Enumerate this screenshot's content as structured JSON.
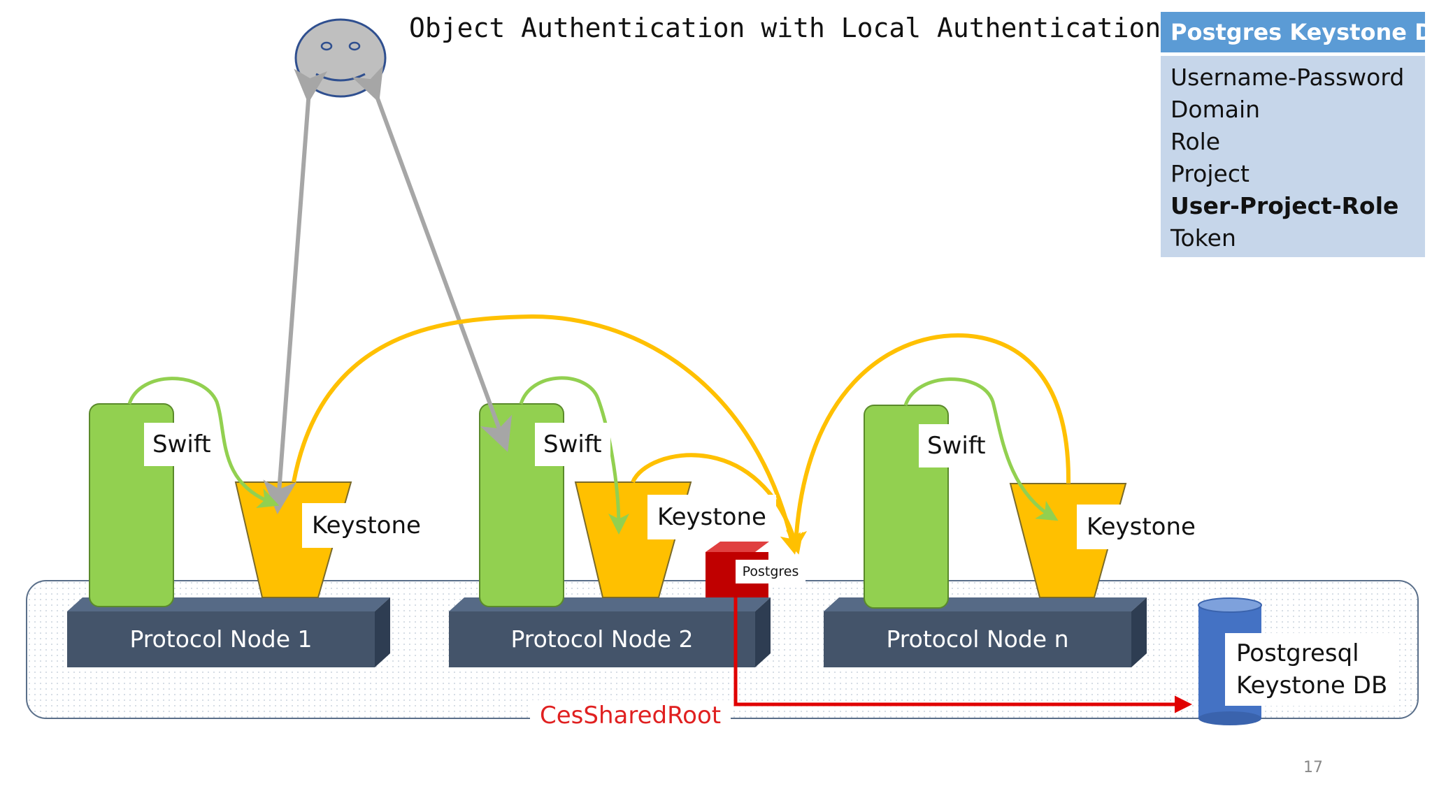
{
  "title": "Object Authentication with Local Authentication",
  "db_panel": {
    "header": "Postgres Keystone DB",
    "items": [
      {
        "label": "Username-Password",
        "bold": false
      },
      {
        "label": "Domain",
        "bold": false
      },
      {
        "label": "Role",
        "bold": false
      },
      {
        "label": "Project",
        "bold": false
      },
      {
        "label": "User-Project-Role",
        "bold": true
      },
      {
        "label": "Token",
        "bold": false
      }
    ]
  },
  "nodes": [
    {
      "name": "Protocol Node 1",
      "swift_label": "Swift",
      "keystone_label": "Keystone"
    },
    {
      "name": "Protocol Node 2",
      "swift_label": "Swift",
      "keystone_label": "Keystone"
    },
    {
      "name": "Protocol Node n",
      "swift_label": "Swift",
      "keystone_label": "Keystone"
    }
  ],
  "postgres_label": "Postgres",
  "database": {
    "line1": "Postgresql",
    "line2": "Keystone DB"
  },
  "shared_root_label": "CesSharedRoot",
  "page_number": "17",
  "colors": {
    "swift": "#92d050",
    "keystone": "#ffc000",
    "node": "#44546a",
    "user_arrow": "#a6a6a6",
    "green_arrow": "#92d050",
    "orange_arrow": "#ffc000",
    "postgres": "#c00000",
    "db_cylinder": "#4472c4",
    "shared_root_text": "#e02020",
    "panel_header": "#5b9bd5",
    "panel_body": "#c6d6ea"
  },
  "icons": {
    "user": "smiley-face-icon",
    "database": "database-cylinder-icon"
  }
}
